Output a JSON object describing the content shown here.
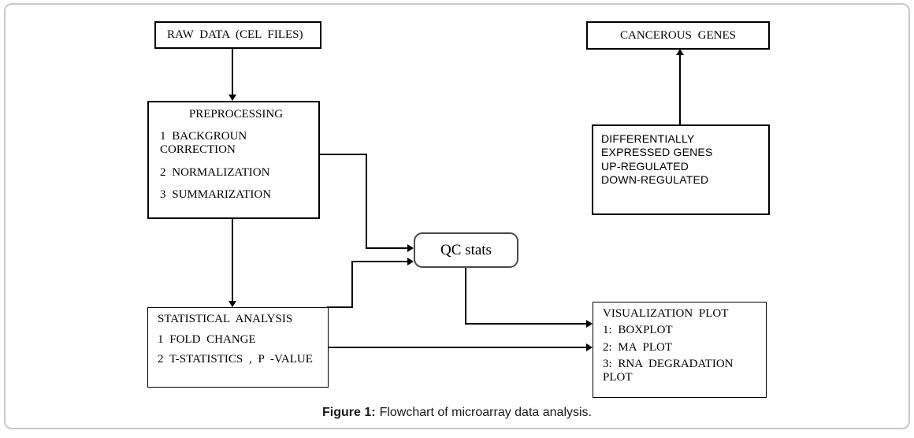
{
  "caption": {
    "label": "Figure 1:",
    "text": "Flowchart of microarray data analysis."
  },
  "nodes": {
    "raw_data": {
      "label": "RAW DATA (CEL FILES)"
    },
    "preprocessing": {
      "title": "PREPROCESSING",
      "items": [
        "1 BACKGROUN CORRECTION",
        "2 NORMALIZATION",
        "3 SUMMARIZATION"
      ]
    },
    "statistical_analysis": {
      "title": "STATISTICAL ANALYSIS",
      "items": [
        "1 FOLD CHANGE",
        "2 T-STATISTICS , P -VALUE"
      ]
    },
    "qc_stats": {
      "label": "QC stats"
    },
    "cancerous_genes": {
      "label": "CANCEROUS GENES"
    },
    "differentially_expressed_genes": {
      "title": "DIFFERENTIALLY EXPRESSED GENES",
      "items": [
        "UP-REGULATED",
        "DOWN-REGULATED"
      ]
    },
    "visualization_plot": {
      "title": "VISUALIZATION PLOT",
      "items": [
        "1: BOXPLOT",
        "2: MA PLOT",
        "3: RNA DEGRADATION PLOT"
      ]
    }
  },
  "edges": [
    {
      "from": "raw_data",
      "to": "preprocessing"
    },
    {
      "from": "preprocessing",
      "to": "statistical_analysis"
    },
    {
      "from": "preprocessing",
      "to": "qc_stats"
    },
    {
      "from": "statistical_analysis",
      "to": "qc_stats"
    },
    {
      "from": "qc_stats",
      "to": "visualization_plot"
    },
    {
      "from": "statistical_analysis",
      "to": "visualization_plot"
    },
    {
      "from": "differentially_expressed_genes",
      "to": "cancerous_genes"
    }
  ],
  "colors": {
    "node_border": "#000000",
    "qc_border": "#4a4a4a",
    "panel_border": "#c9c9c9",
    "background": "#ffffff",
    "text": "#000000"
  }
}
